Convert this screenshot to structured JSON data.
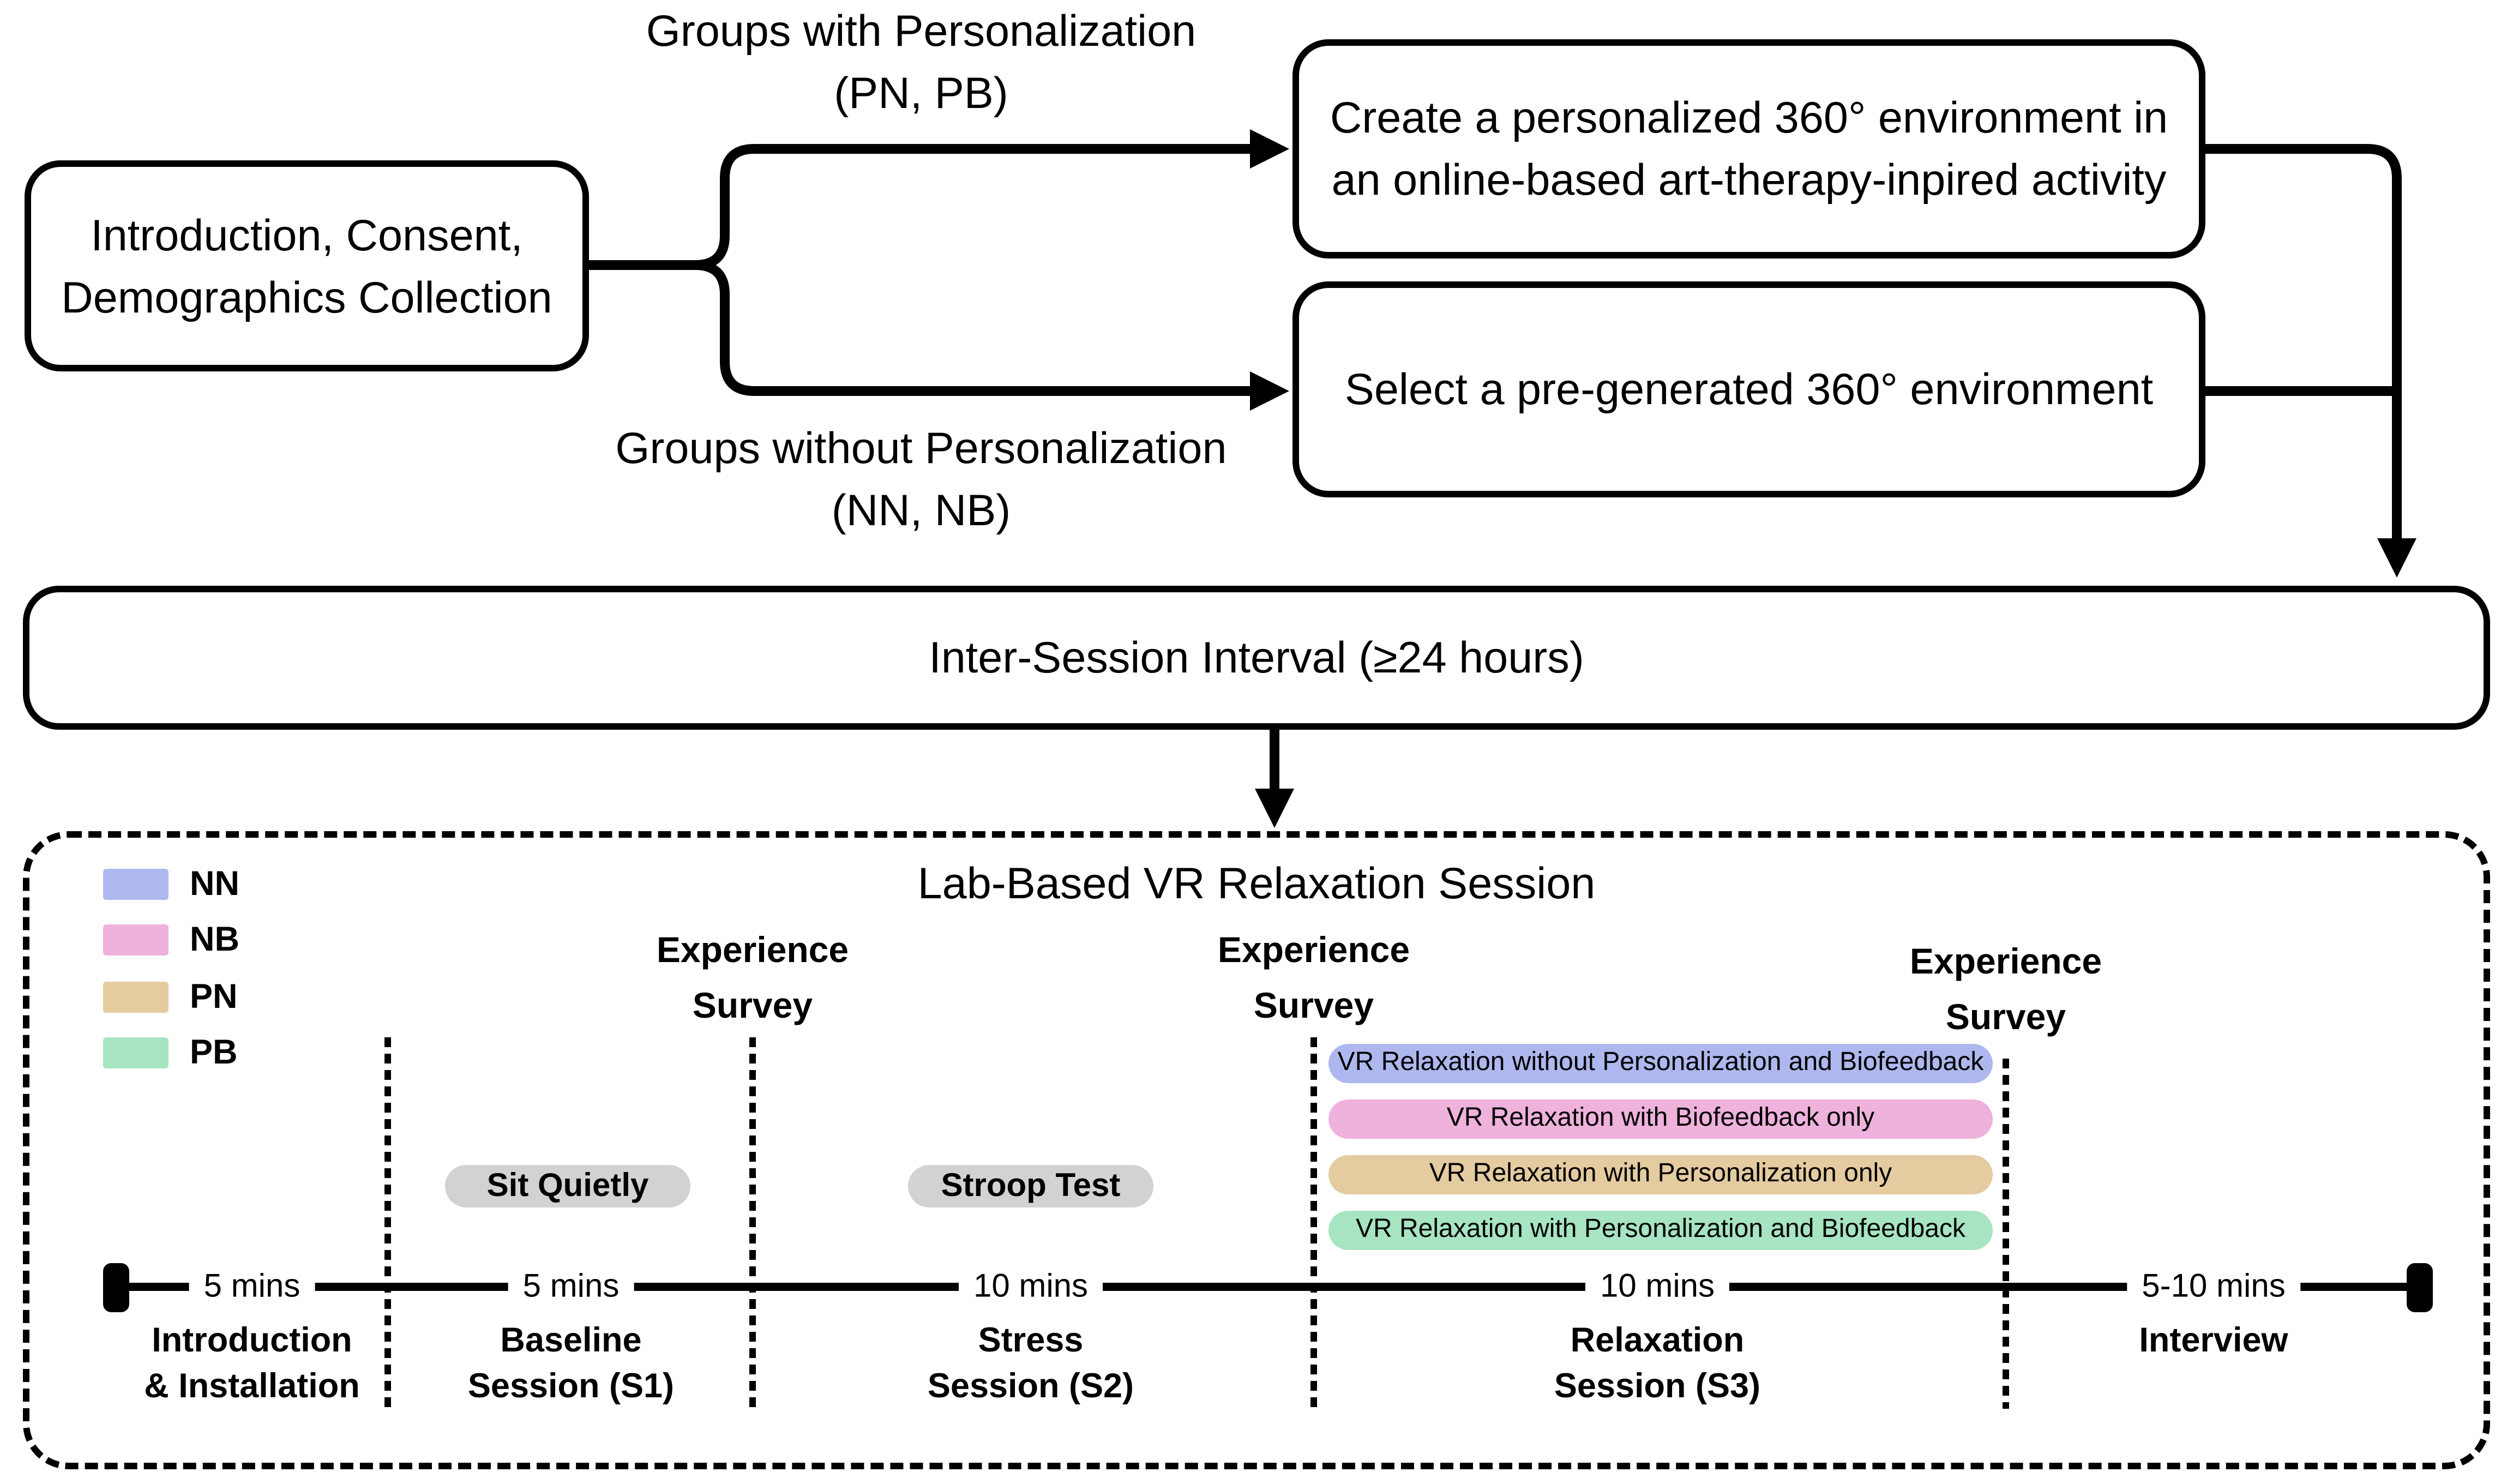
{
  "colors": {
    "nn": "#aeb8ee",
    "nb": "#eeb2dc",
    "pn": "#e4cba0",
    "pb": "#a7e4c2",
    "task_gray": "#d2d2d2",
    "line_black": "#000000"
  },
  "flow": {
    "intro_box": {
      "line1": "Introduction, Consent,",
      "line2": "Demographics Collection"
    },
    "with_personalization": {
      "line1": "Groups with Personalization",
      "line2": "(PN, PB)"
    },
    "without_personalization": {
      "line1": "Groups without Personalization",
      "line2": "(NN, NB)"
    },
    "create_box": {
      "line1": "Create a personalized 360° environment in",
      "line2": "an online-based art-therapy-inpired activity"
    },
    "select_box": {
      "line1": "Select a pre-generated 360° environment"
    },
    "interval_box": {
      "line1": "Inter-Session Interval (≥24 hours)"
    }
  },
  "session": {
    "title": "Lab-Based VR Relaxation Session",
    "legend": [
      {
        "label": "NN",
        "color": "#aeb8ee"
      },
      {
        "label": "NB",
        "color": "#eeb2dc"
      },
      {
        "label": "PN",
        "color": "#e4cba0"
      },
      {
        "label": "PB",
        "color": "#a7e4c2"
      }
    ],
    "survey_label": {
      "line1": "Experience",
      "line2": "Survey"
    },
    "tasks": [
      {
        "label": "Sit Quietly"
      },
      {
        "label": "Stroop Test"
      }
    ],
    "conditions": [
      {
        "label": "VR Relaxation without Personalization and Biofeedback",
        "color": "#aeb8ee"
      },
      {
        "label": "VR Relaxation with Biofeedback only",
        "color": "#eeb2dc"
      },
      {
        "label": "VR Relaxation with Personalization only",
        "color": "#e4cba0"
      },
      {
        "label": "VR Relaxation with Personalization and Biofeedback",
        "color": "#a7e4c2"
      }
    ],
    "timeline": {
      "durations": [
        "5 mins",
        "5 mins",
        "10 mins",
        "10 mins",
        "5-10 mins"
      ],
      "stages": [
        {
          "line1": "Introduction",
          "line2": "& Installation"
        },
        {
          "line1": "Baseline",
          "line2": "Session (S1)"
        },
        {
          "line1": "Stress",
          "line2": "Session (S2)"
        },
        {
          "line1": "Relaxation",
          "line2": "Session (S3)"
        },
        {
          "line1": "Interview",
          "line2": ""
        }
      ]
    }
  }
}
